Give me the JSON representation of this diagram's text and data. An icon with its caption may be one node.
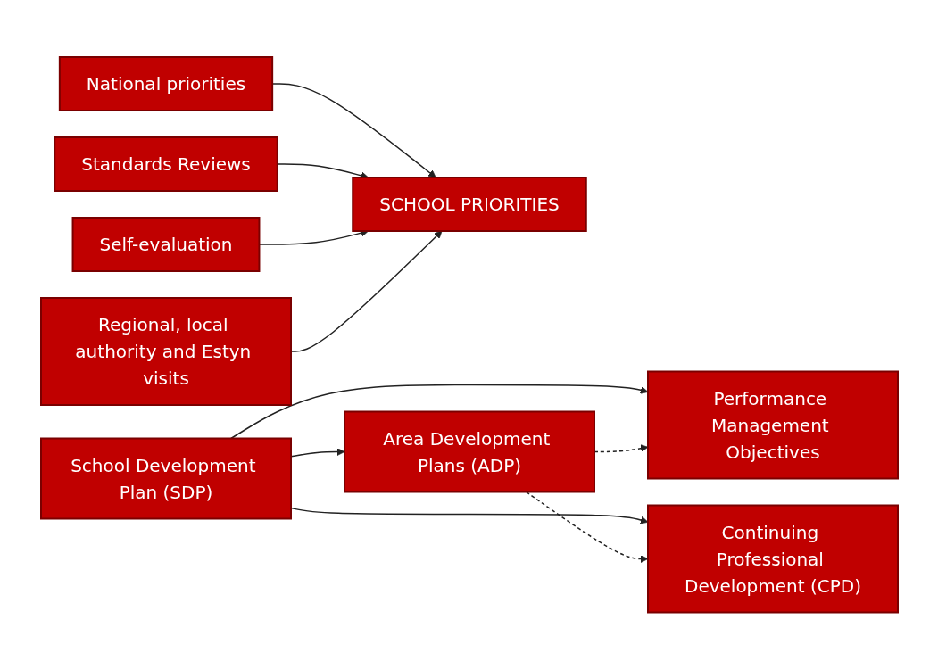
{
  "diagram": {
    "nodes": [
      {
        "text": [
          "National priorities"
        ]
      },
      {
        "text": [
          "Standards Reviews"
        ]
      },
      {
        "text": [
          "Self-evaluation"
        ]
      },
      {
        "text": [
          "Regional, local authority and Estyn visits"
        ]
      },
      {
        "text": [
          "SCHOOL PRIORITIES"
        ]
      },
      {
        "text": [
          "School Development Plan (SDP)"
        ]
      },
      {
        "text": [
          "Area Development Plans (ADP)"
        ]
      },
      {
        "text": [
          "Performance Management Objectives"
        ]
      },
      {
        "text": [
          "Continuing Professional Development (CPD)"
        ]
      }
    ],
    "edges": [
      {
        "from": 0,
        "to": 4,
        "arrow": "to"
      },
      {
        "from": 1,
        "to": 4,
        "arrow": "to"
      },
      {
        "from": 2,
        "to": 4,
        "arrow": "to"
      },
      {
        "from": 3,
        "to": 4,
        "arrow": "to"
      },
      {
        "from": 5,
        "to": 6,
        "arrow": "to"
      },
      {
        "from": 5,
        "to": 7,
        "arrow": "to"
      },
      {
        "from": 5,
        "to": 8,
        "arrow": "to"
      },
      {
        "from": 6,
        "to": 7,
        "arrow": "to",
        "style": "dashed"
      },
      {
        "from": 6,
        "to": 8,
        "arrow": "to",
        "style": "dashed"
      }
    ]
  }
}
